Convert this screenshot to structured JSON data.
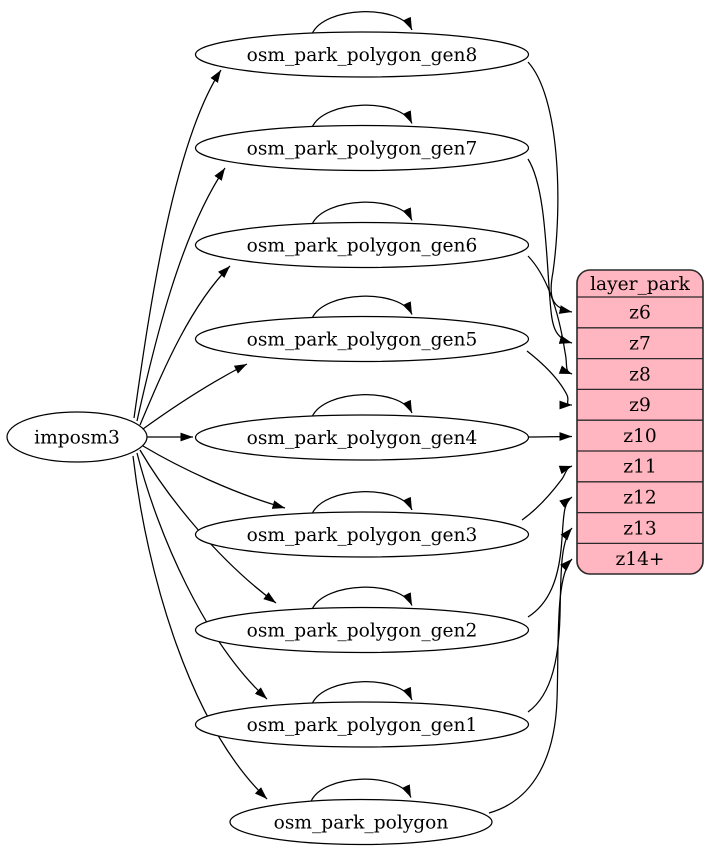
{
  "diagram": {
    "background": "#ffffff",
    "edge_color": "#000000",
    "table_node_fill": "#ffffff",
    "table_node_stroke": "#000000"
  },
  "source": {
    "label": "imposm3"
  },
  "tables": [
    {
      "label": "osm_park_polygon_gen8",
      "feeds_zoom": "z6"
    },
    {
      "label": "osm_park_polygon_gen7",
      "feeds_zoom": "z7"
    },
    {
      "label": "osm_park_polygon_gen6",
      "feeds_zoom": "z8"
    },
    {
      "label": "osm_park_polygon_gen5",
      "feeds_zoom": "z9"
    },
    {
      "label": "osm_park_polygon_gen4",
      "feeds_zoom": "z10"
    },
    {
      "label": "osm_park_polygon_gen3",
      "feeds_zoom": "z11"
    },
    {
      "label": "osm_park_polygon_gen2",
      "feeds_zoom": "z12"
    },
    {
      "label": "osm_park_polygon_gen1",
      "feeds_zoom": "z13"
    },
    {
      "label": "osm_park_polygon",
      "feeds_zoom": "z14+"
    }
  ],
  "layer": {
    "title": "layer_park",
    "fill": "#ffb6c1",
    "rows": [
      "z6",
      "z7",
      "z8",
      "z9",
      "z10",
      "z11",
      "z12",
      "z13",
      "z14+"
    ]
  },
  "edges": {
    "source_to_tables": [
      "osm_park_polygon_gen8",
      "osm_park_polygon_gen7",
      "osm_park_polygon_gen6",
      "osm_park_polygon_gen5",
      "osm_park_polygon_gen4",
      "osm_park_polygon_gen3",
      "osm_park_polygon_gen2",
      "osm_park_polygon_gen1",
      "osm_park_polygon"
    ],
    "self_loops": [
      "osm_park_polygon_gen8",
      "osm_park_polygon_gen7",
      "osm_park_polygon_gen6",
      "osm_park_polygon_gen5",
      "osm_park_polygon_gen4",
      "osm_park_polygon_gen3",
      "osm_park_polygon_gen2",
      "osm_park_polygon_gen1",
      "osm_park_polygon"
    ],
    "tables_to_layer_rows": [
      {
        "from": "osm_park_polygon_gen8",
        "to": "z6"
      },
      {
        "from": "osm_park_polygon_gen7",
        "to": "z7"
      },
      {
        "from": "osm_park_polygon_gen6",
        "to": "z8"
      },
      {
        "from": "osm_park_polygon_gen5",
        "to": "z9"
      },
      {
        "from": "osm_park_polygon_gen4",
        "to": "z10"
      },
      {
        "from": "osm_park_polygon_gen3",
        "to": "z11"
      },
      {
        "from": "osm_park_polygon_gen2",
        "to": "z12"
      },
      {
        "from": "osm_park_polygon_gen1",
        "to": "z13"
      },
      {
        "from": "osm_park_polygon",
        "to": "z14+"
      }
    ]
  }
}
